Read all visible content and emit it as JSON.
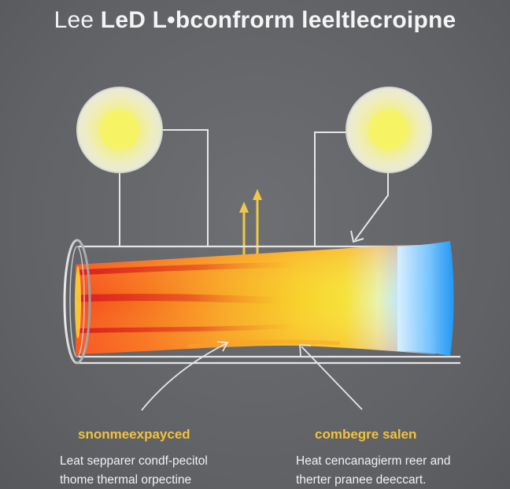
{
  "title": {
    "part1": "Lee ",
    "part2": "LeD",
    "part3": " L•bconfrorm leeltlecroipne"
  },
  "captions": {
    "left": {
      "title": "snonmeexpayced",
      "line1": "Leat sepparer condf-pecitol",
      "line2": "thome thermal orpectine"
    },
    "right": {
      "title": "combegre salen",
      "line1": "Heat cencanagierm reer and",
      "line2": "therter pranee deeccart."
    }
  },
  "colors": {
    "background": "#636569",
    "caption_accent": "#f3c23a",
    "flame_hot": "#e8321e",
    "flame_warm": "#f7a21a",
    "flame_yellow": "#f8dd2c",
    "flame_cool": "#4fb6ff",
    "lamp_glow": "#f3f37a",
    "heat_arrow": "#eec84a",
    "lines": "#e6e6e6"
  }
}
